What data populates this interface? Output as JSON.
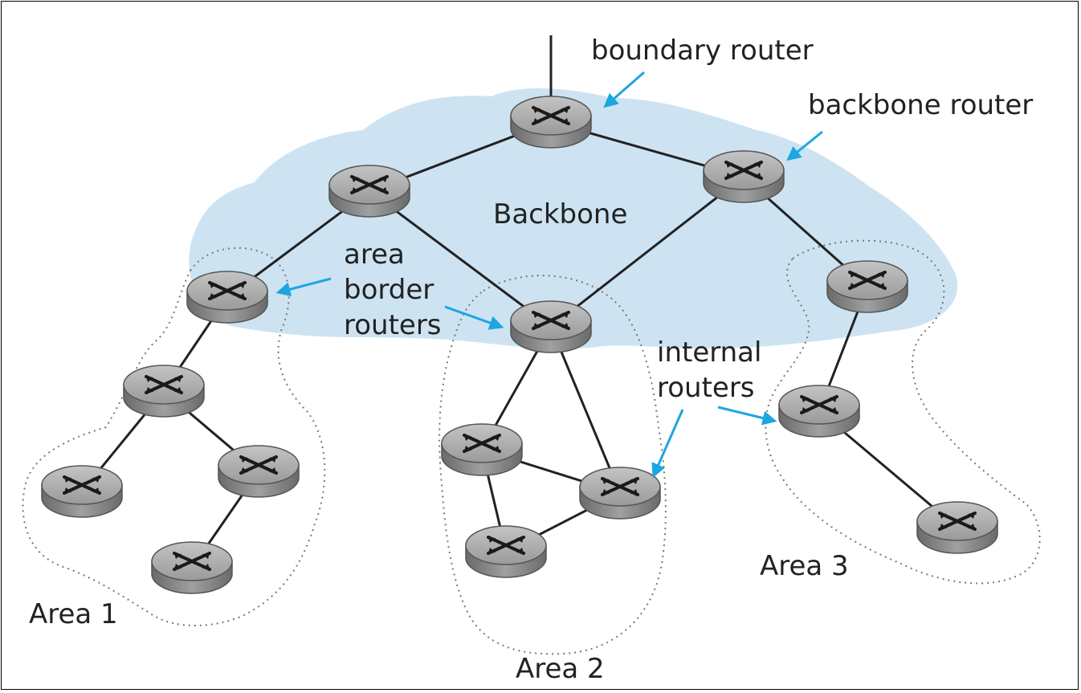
{
  "diagram": {
    "labels": {
      "boundary_router": "boundary router",
      "backbone_router": "backbone router",
      "backbone": "Backbone",
      "area_border_line1": "area",
      "area_border_line2": "border",
      "area_border_line3": "routers",
      "internal_line1": "internal",
      "internal_line2": "routers",
      "area1": "Area 1",
      "area2": "Area 2",
      "area3": "Area 3"
    },
    "colors": {
      "backbone_fill": "#cde3f2",
      "arrow": "#1da6e0",
      "link": "#222222",
      "router_top": "#a8a8a8",
      "router_side": "#7c7c7c"
    },
    "routers": [
      {
        "id": "boundary",
        "role": "boundary router"
      },
      {
        "id": "bb-left",
        "role": "backbone router"
      },
      {
        "id": "bb-right",
        "role": "backbone router"
      },
      {
        "id": "abr-area1",
        "role": "area border router"
      },
      {
        "id": "abr-area2",
        "role": "area border router"
      },
      {
        "id": "abr-area3",
        "role": "area border router"
      },
      {
        "id": "a1-mid",
        "role": "internal router"
      },
      {
        "id": "a1-left",
        "role": "internal router"
      },
      {
        "id": "a1-right",
        "role": "internal router"
      },
      {
        "id": "a1-bottom",
        "role": "internal router"
      },
      {
        "id": "a2-left",
        "role": "internal router"
      },
      {
        "id": "a2-right",
        "role": "internal router"
      },
      {
        "id": "a2-bottom",
        "role": "internal router"
      },
      {
        "id": "a3-mid",
        "role": "internal router"
      },
      {
        "id": "a3-bottom",
        "role": "internal router"
      }
    ],
    "links": [
      [
        "boundary",
        "bb-left"
      ],
      [
        "boundary",
        "bb-right"
      ],
      [
        "bb-left",
        "abr-area1"
      ],
      [
        "bb-left",
        "abr-area2"
      ],
      [
        "bb-right",
        "abr-area2"
      ],
      [
        "bb-right",
        "abr-area3"
      ],
      [
        "abr-area1",
        "a1-mid"
      ],
      [
        "a1-mid",
        "a1-left"
      ],
      [
        "a1-mid",
        "a1-right"
      ],
      [
        "a1-right",
        "a1-bottom"
      ],
      [
        "abr-area2",
        "a2-left"
      ],
      [
        "abr-area2",
        "a2-right"
      ],
      [
        "a2-left",
        "a2-right"
      ],
      [
        "a2-left",
        "a2-bottom"
      ],
      [
        "a2-bottom",
        "a2-right"
      ],
      [
        "abr-area3",
        "a3-mid"
      ],
      [
        "a3-mid",
        "a3-bottom"
      ]
    ]
  }
}
